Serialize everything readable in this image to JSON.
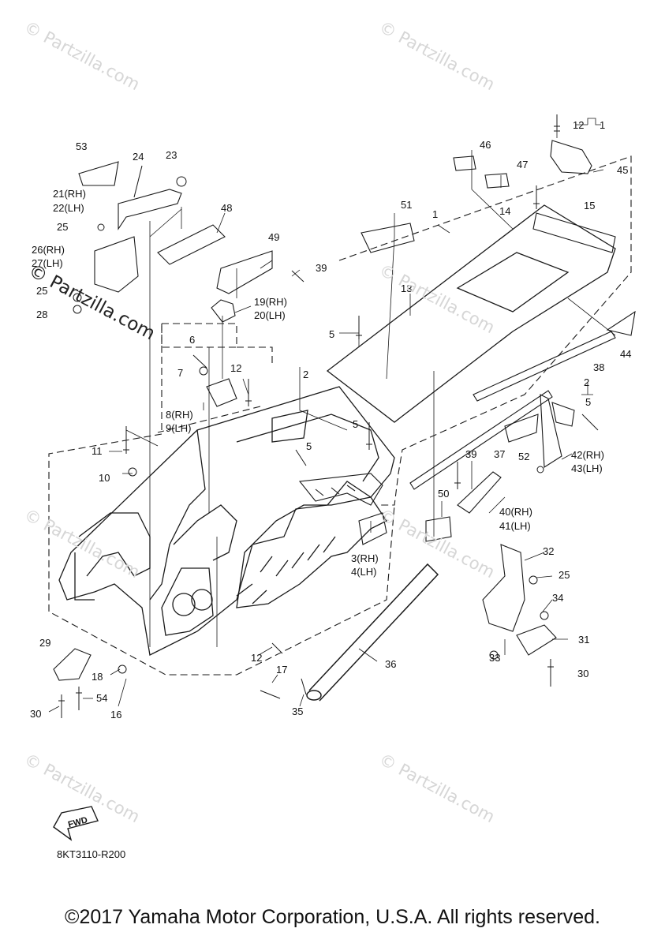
{
  "watermark": "© Partzilla.com",
  "diagram_code": "8KT3110-R200",
  "copyright": "©2017 Yamaha Motor Corporation, U.S.A. All rights reserved.",
  "fwd_label": "FWD",
  "callouts": [
    "12",
    "1",
    "53",
    "24",
    "23",
    "46",
    "45",
    "47",
    "21(RH)",
    "22(LH)",
    "48",
    "14",
    "15",
    "51",
    "25",
    "1",
    "26(RH)",
    "27(LH)",
    "49",
    "39",
    "25",
    "13",
    "19(RH)",
    "20(LH)",
    "28",
    "5",
    "44",
    "6",
    "12",
    "38",
    "7",
    "2",
    "8(RH)",
    "9(LH)",
    "2",
    "5",
    "5",
    "11",
    "5",
    "37",
    "52",
    "42(RH)",
    "43(LH)",
    "10",
    "39",
    "50",
    "40(RH)",
    "41(LH)",
    "3(RH)",
    "4(LH)",
    "32",
    "25",
    "34",
    "29",
    "12",
    "31",
    "36",
    "33",
    "30",
    "18",
    "17",
    "54",
    "30",
    "16",
    "35"
  ],
  "colors": {
    "line": "#1a1a1a",
    "watermark": "#d6d6d6",
    "background": "#ffffff"
  }
}
